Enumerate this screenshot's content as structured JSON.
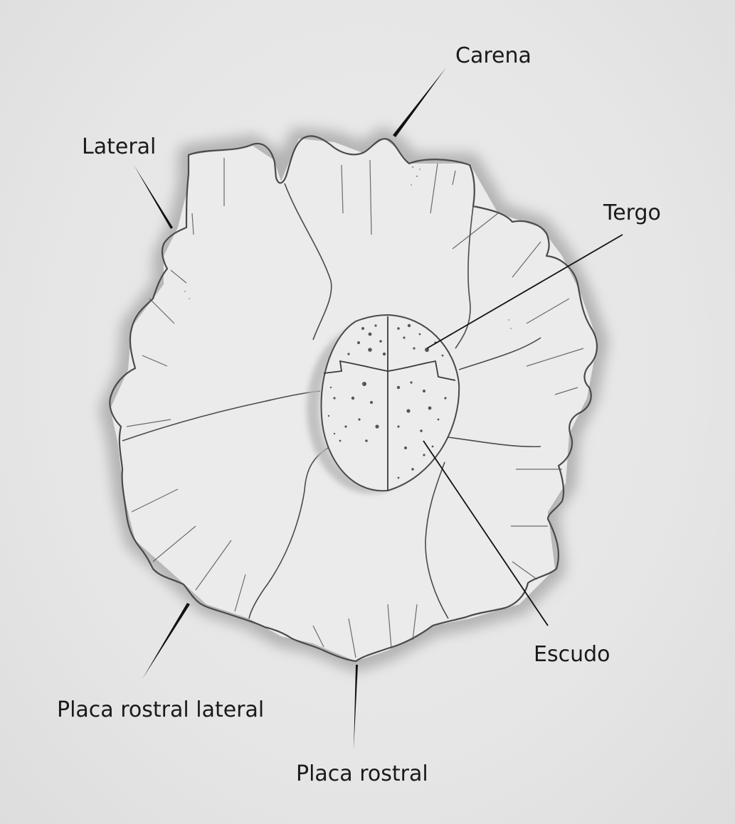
{
  "diagram": {
    "labels": {
      "carena": "Carena",
      "lateral": "Lateral",
      "tergo": "Tergo",
      "escudo": "Escudo",
      "placa_rostral_lateral": "Placa rostral lateral",
      "placa_rostral": "Placa rostral"
    },
    "colors": {
      "background": "#e7e7e7",
      "outline": "#4a4a4a",
      "shadow": "#b5b5b5",
      "leader": "#111111"
    }
  }
}
